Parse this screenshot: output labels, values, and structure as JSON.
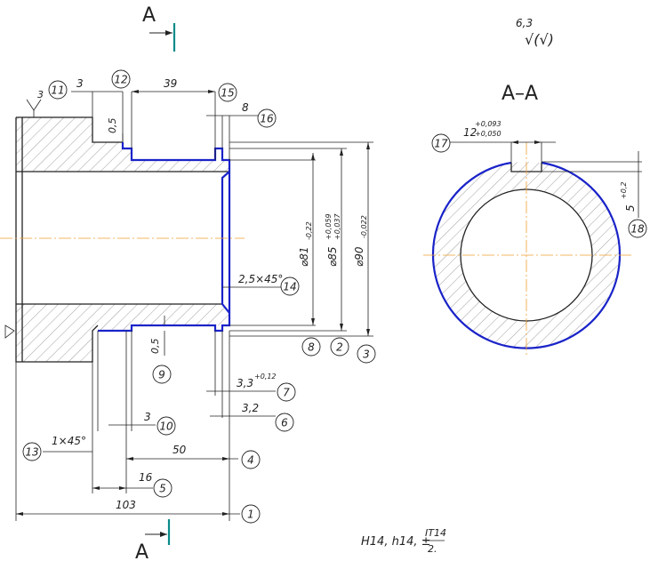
{
  "section_marks": {
    "top": "A",
    "bottom": "A"
  },
  "section_title": "A–A",
  "roughness": {
    "value": "6,3",
    "symbol": "√(√)"
  },
  "note": {
    "prefix": "H14, h14, ±",
    "numerator": "IT14",
    "denominator": "2."
  },
  "dimensions": {
    "d39": "39",
    "d3_top": "3",
    "d8": "8",
    "d05_top": "0,5",
    "d05_bottom": "0,5",
    "d3_surface": "3",
    "chamfer_inner": "2,5×45°",
    "dia81": "⌀81",
    "dia81_tol": "-0,22",
    "dia85": "⌀85",
    "dia85_tol_upper": "+0,059",
    "dia85_tol_lower": "+0,037",
    "dia90": "⌀90",
    "dia90_tol": "-0,022",
    "d33": "3,3",
    "d33_tol": "+0,12",
    "d32": "3,2",
    "d3_groove": "3",
    "d50": "50",
    "d16": "16",
    "d103": "103",
    "chamfer_outer": "1×45°",
    "key_width": "12",
    "key_tol_upper": "+0,093",
    "key_tol_lower": "+0,050",
    "key_depth": "5",
    "key_depth_tol": "+0,2"
  },
  "callouts": [
    "1",
    "2",
    "3",
    "4",
    "5",
    "6",
    "7",
    "8",
    "9",
    "10",
    "11",
    "12",
    "13",
    "14",
    "15",
    "16",
    "17",
    "18"
  ]
}
